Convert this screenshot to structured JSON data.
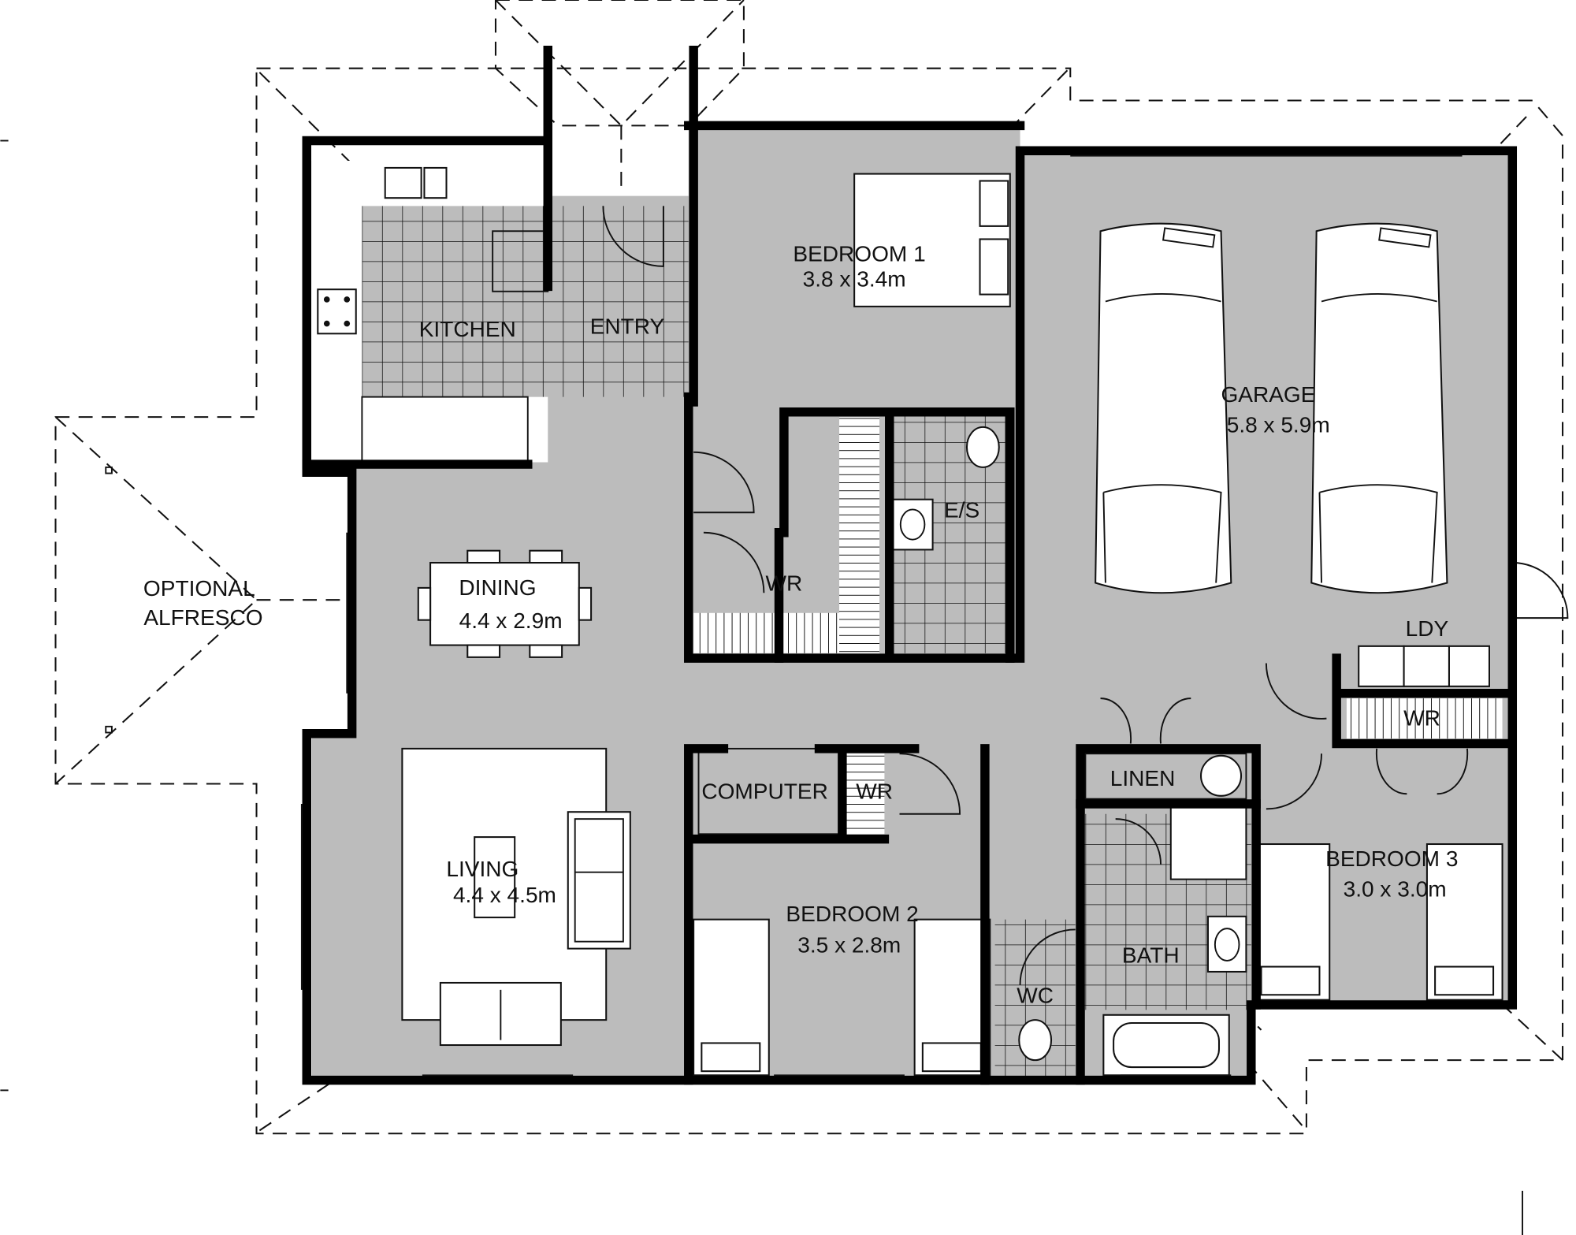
{
  "plan": {
    "colors": {
      "floor": "#bcbcbc",
      "wall": "#000000",
      "background": "#ffffff"
    },
    "rooms": {
      "alfresco": {
        "line1": "OPTIONAL",
        "line2": "ALFRESCO"
      },
      "kitchen": {
        "name": "KITCHEN"
      },
      "entry": {
        "name": "ENTRY"
      },
      "bedroom1": {
        "name": "BEDROOM 1",
        "size": "3.8 x 3.4m"
      },
      "garage": {
        "name": "GARAGE",
        "size": "5.8 x 5.9m"
      },
      "ensuite": {
        "name": "E/S"
      },
      "wr_entry": {
        "name": "WR"
      },
      "dining": {
        "name": "DINING",
        "size": "4.4 x 2.9m"
      },
      "laundry": {
        "name": "LDY"
      },
      "wr_laundry": {
        "name": "WR"
      },
      "linen": {
        "name": "LINEN"
      },
      "computer": {
        "name": "COMPUTER"
      },
      "wr_bed2": {
        "name": "WR"
      },
      "living": {
        "name": "LIVING",
        "size": "4.4 x 4.5m"
      },
      "bedroom2": {
        "name": "BEDROOM 2",
        "size": "3.5 x 2.8m"
      },
      "bedroom3": {
        "name": "BEDROOM 3",
        "size": "3.0 x 3.0m"
      },
      "bath": {
        "name": "BATH"
      },
      "wc": {
        "name": "WC"
      }
    }
  }
}
